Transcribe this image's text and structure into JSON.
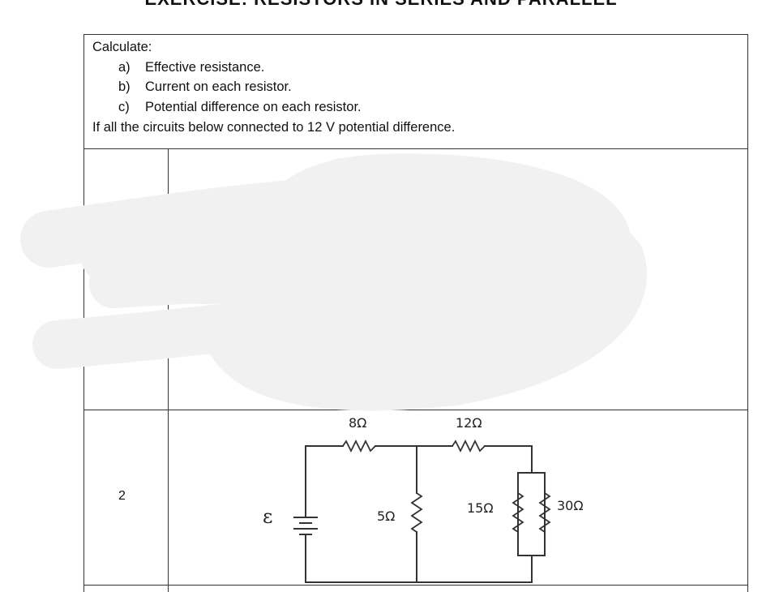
{
  "document": {
    "title": "EXERCISE: RESISTORS IN SERIES AND PARALLEL",
    "instructions": {
      "heading": "Calculate:",
      "items": [
        {
          "letter": "a)",
          "text": "Effective resistance."
        },
        {
          "letter": "b)",
          "text": "Current on each resistor."
        },
        {
          "letter": "c)",
          "text": "Potential difference on each resistor."
        }
      ],
      "footer": "If all the circuits below connected to 12 V potential difference."
    },
    "rows": [
      {
        "number": "",
        "content": "redacted"
      },
      {
        "number": "2",
        "content": "circuit"
      }
    ],
    "circuit": {
      "source_label": "ε",
      "r1_label": "8Ω",
      "r2_label": "12Ω",
      "r3_label": "5Ω",
      "r4_label": "15Ω",
      "r5_label": "30Ω"
    }
  }
}
